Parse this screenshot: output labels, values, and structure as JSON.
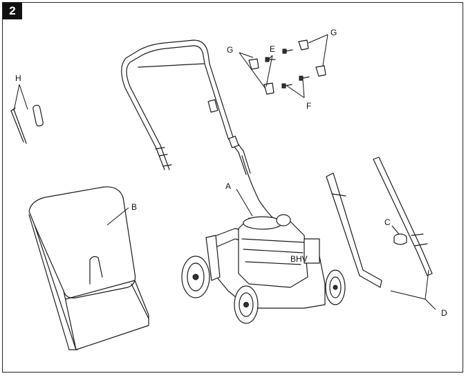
{
  "step_number": "2",
  "labels": {
    "A": "A",
    "B": "B",
    "C": "C",
    "D": "D",
    "E": "E",
    "F": "F",
    "G_left": "G",
    "G_right": "G",
    "H": "H"
  },
  "colors": {
    "line": "#1a1a1a",
    "badge": "#111111",
    "background": "#ffffff"
  }
}
